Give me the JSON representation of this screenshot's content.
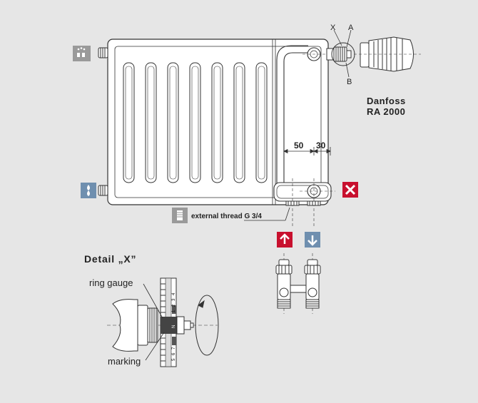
{
  "diagram": {
    "callouts": {
      "x": "X",
      "a": "A",
      "b": "B"
    },
    "valve_name": "Danfoss",
    "valve_model": "RA 2000",
    "dimensions": {
      "d1": "50",
      "d2": "30"
    },
    "thread_label": "external thread G 3/4",
    "detail_title": "Detail „X”",
    "ring_gauge_label": "ring gauge",
    "marking_label": "marking",
    "scale_numbers": [
      "1",
      "2",
      "3",
      "4",
      "5",
      "6",
      "7"
    ],
    "scale_mark": "N",
    "icons": {
      "vent": "air-vent-icon",
      "drain": "water-drain-icon",
      "blocked": "cross-icon",
      "thread": "thread-icon",
      "flow_up": "up-arrow-icon",
      "flow_down": "down-arrow-icon"
    },
    "colors": {
      "background": "#e6e6e6",
      "drain_blue": "#6f8faf",
      "vent_grey": "#9a9a9a",
      "cross_red": "#c8102e",
      "up_red": "#c8102e",
      "down_blue": "#6f8faf"
    }
  }
}
